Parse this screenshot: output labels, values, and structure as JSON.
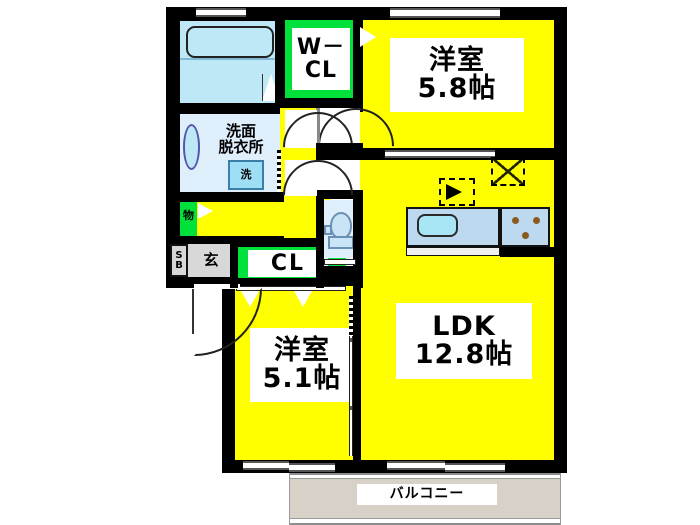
{
  "plan": {
    "type": "japanese-apartment-floorplan",
    "layout_code": "2LDK",
    "rooms": [
      {
        "id": "bedroom_north",
        "label_line1": "洋室",
        "label_line2": "5.8帖",
        "size_jo": 5.8,
        "kind": "western-room"
      },
      {
        "id": "bedroom_south",
        "label_line1": "洋室",
        "label_line2": "5.1帖",
        "size_jo": 5.1,
        "kind": "western-room"
      },
      {
        "id": "ldk",
        "label_line1": "LDK",
        "label_line2": "12.8帖",
        "size_jo": 12.8,
        "kind": "living-dining-kitchen"
      }
    ],
    "closets": [
      {
        "id": "walk_in_closet",
        "label": "W-\nCL",
        "label_line1": "W－",
        "label_line2": "CL",
        "color": "#00e13c"
      },
      {
        "id": "closet",
        "label": "CL",
        "color": "#00e13c"
      }
    ],
    "service_areas": [
      {
        "id": "washroom",
        "label_line1": "洗面",
        "label_line2": "脱衣所"
      },
      {
        "id": "washing_machine",
        "label": "洗"
      },
      {
        "id": "storage",
        "label": "物"
      },
      {
        "id": "shoe_box",
        "label_line1": "S",
        "label_line2": "B"
      },
      {
        "id": "entrance",
        "label": "玄"
      },
      {
        "id": "balcony",
        "label": "バルコニー"
      }
    ],
    "colors": {
      "room_fill": "#ffff00",
      "closet_fill": "#00e13c",
      "wall": "#000000",
      "bath_fill": "#bfe8f7",
      "washroom_fill": "#dfeefb",
      "balcony_fill": "#d8d1c8",
      "entrance_fill": "#d8d8d8",
      "kitchen_fill": "#bcd9f0",
      "background": "#ffffff"
    }
  }
}
